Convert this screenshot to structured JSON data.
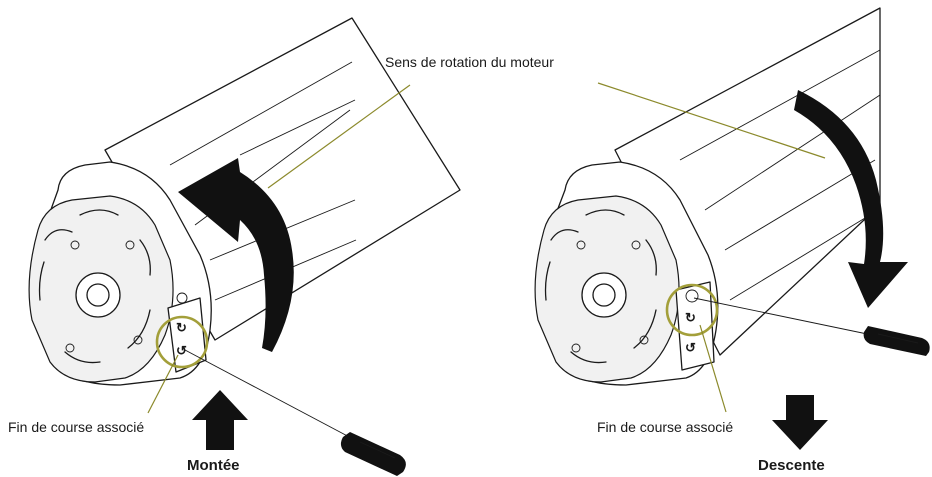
{
  "labels": {
    "rotation": "Sens de rotation du moteur",
    "left_limit": "Fin de course associé",
    "right_limit": "Fin de course associé",
    "up": "Montée",
    "down": "Descente"
  },
  "colors": {
    "leader": "#8c8a2c",
    "highlight_ring": "#a39f3a",
    "ink": "#1a1a1a"
  }
}
